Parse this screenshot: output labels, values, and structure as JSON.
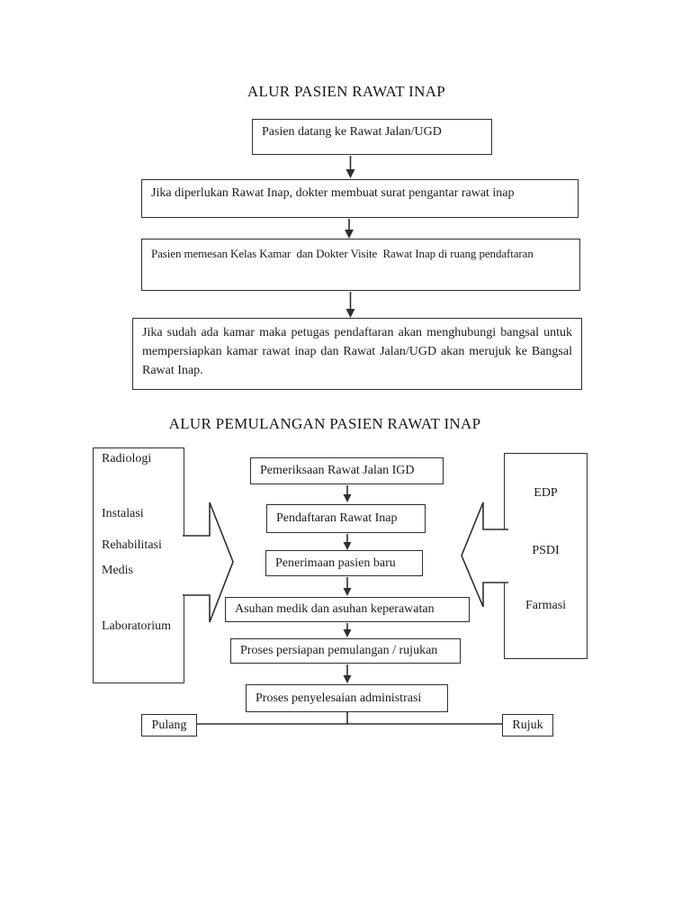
{
  "chart1": {
    "title": "ALUR PASIEN RAWAT INAP",
    "steps": [
      "Pasien datang ke Rawat Jalan/UGD",
      "Jika diperlukan Rawat Inap, dokter membuat surat pengantar rawat inap",
      "Pasien memesan Kelas Kamar  dan Dokter Visite  Rawat Inap di ruang pendaftaran",
      "Jika sudah ada kamar maka petugas pendaftaran akan menghubungi bangsal untuk mempersiapkan kamar rawat inap dan Rawat Jalan/UGD akan merujuk ke Bangsal Rawat Inap."
    ]
  },
  "chart2": {
    "title": "ALUR PEMULANGAN PASIEN RAWAT INAP",
    "left_panel": [
      "Radiologi",
      "Instalasi",
      "Rehabilitasi",
      "Medis",
      "Laboratorium"
    ],
    "right_panel": [
      "EDP",
      "PSDI",
      "Farmasi"
    ],
    "steps": [
      "Pemeriksaan Rawat Jalan IGD",
      "Pendaftaran Rawat Inap",
      "Penerimaan pasien baru",
      "Asuhan medik dan asuhan keperawatan",
      "Proses persiapan pemulangan / rujukan",
      "Proses penyelesaian administrasi"
    ],
    "outcomes": [
      "Pulang",
      "Rujuk"
    ]
  },
  "colors": {
    "line": "#2e2e2e",
    "text": "#1c1c1c",
    "background": "#ffffff"
  }
}
